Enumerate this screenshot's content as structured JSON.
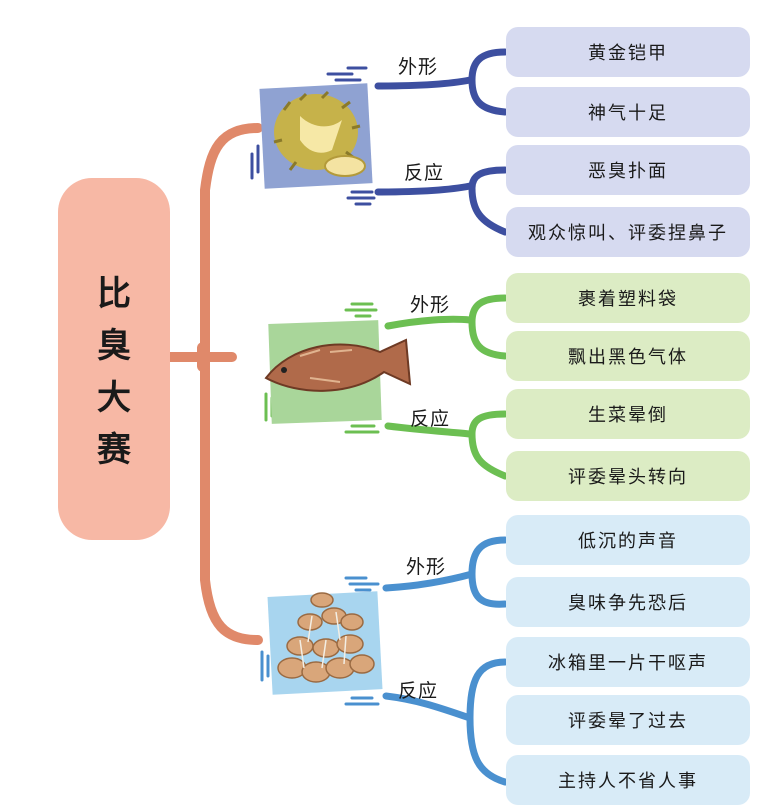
{
  "root": {
    "title": "比\n臭\n大\n赛"
  },
  "colors": {
    "root_bg": "#f7b8a5",
    "trunk": "#e0896a",
    "group1_line": "#3d4fa0",
    "group1_bg": "#d6daf0",
    "group2_line": "#6cbf52",
    "group2_bg": "#dcecc4",
    "group3_line": "#4a90cf",
    "group3_bg": "#d8ebf7"
  },
  "groups": [
    {
      "icon": "durian-icon",
      "branches": [
        {
          "label": "外形",
          "leaves": [
            "黄金铠甲",
            "神气十足"
          ]
        },
        {
          "label": "反应",
          "leaves": [
            "恶臭扑面",
            "观众惊叫、评委捏鼻子"
          ]
        }
      ]
    },
    {
      "icon": "fish-icon",
      "branches": [
        {
          "label": "外形",
          "leaves": [
            "裹着塑料袋",
            "飘出黑色气体"
          ]
        },
        {
          "label": "反应",
          "leaves": [
            "生菜晕倒",
            "评委晕头转向"
          ]
        }
      ]
    },
    {
      "icon": "natto-icon",
      "branches": [
        {
          "label": "外形",
          "leaves": [
            "低沉的声音",
            "臭味争先恐后"
          ]
        },
        {
          "label": "反应",
          "leaves": [
            "冰箱里一片干呕声",
            "评委晕了过去",
            "主持人不省人事"
          ]
        }
      ]
    }
  ]
}
